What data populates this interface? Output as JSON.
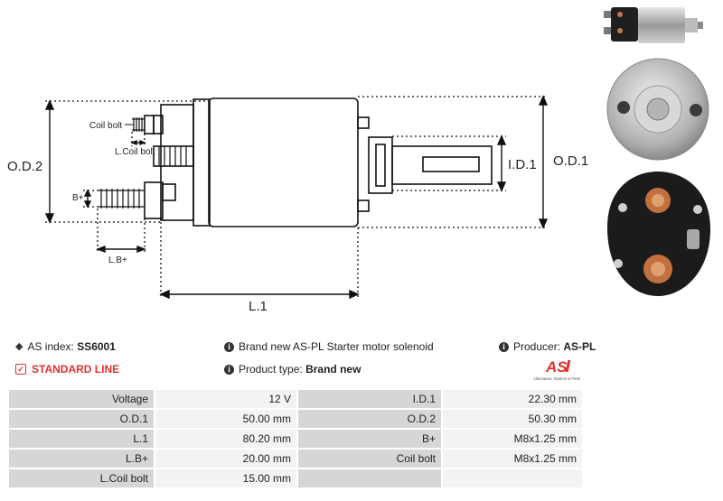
{
  "drawing": {
    "od2": "O.D.2",
    "od1": "O.D.1",
    "id1": "I.D.1",
    "l1": "L.1",
    "lb": "L.B+",
    "bplus": "B+",
    "coil_bolt": "Coil bolt",
    "lcoil_bolt": "L.Coil bolt"
  },
  "info": {
    "index_label": "AS index:",
    "index_value": "SS6001",
    "standard_line": "STANDARD LINE",
    "description": "Brand new AS-PL Starter motor solenoid",
    "product_type_label": "Product type:",
    "product_type_value": "Brand new",
    "producer_label": "Producer:",
    "producer_value": "AS-PL"
  },
  "logo": {
    "mark": "AS",
    "tagline": "Alternators, Starters & Parts",
    "color": "#e03030"
  },
  "specs": [
    [
      "Voltage",
      "12 V",
      "I.D.1",
      "22.30 mm"
    ],
    [
      "O.D.1",
      "50.00 mm",
      "O.D.2",
      "50.30 mm"
    ],
    [
      "L.1",
      "80.20 mm",
      "B+",
      "M8x1.25 mm"
    ],
    [
      "L.B+",
      "20.00 mm",
      "Coil bolt",
      "M8x1.25 mm"
    ],
    [
      "L.Coil bolt",
      "15.00 mm",
      "",
      ""
    ]
  ]
}
